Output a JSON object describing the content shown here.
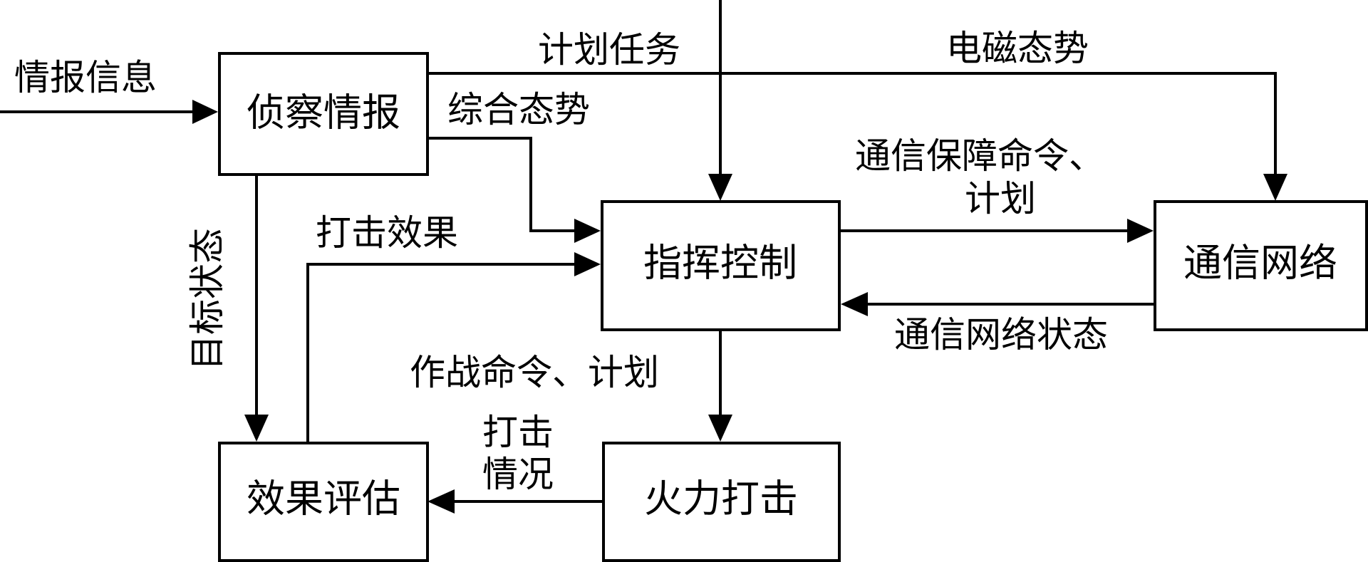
{
  "nodes": {
    "recon": "侦察情报",
    "command": "指挥控制",
    "network": "通信网络",
    "assessment": "效果评估",
    "fire": "火力打击"
  },
  "edges": {
    "intel_info": "情报信息",
    "plan_task": "计划任务",
    "em_situation": "电磁态势",
    "integrated_situation": "综合态势",
    "comm_order_line1": "通信保障命令、",
    "comm_order_line2": "计划",
    "strike_effect": "打击效果",
    "target_state": "目标状态",
    "network_state": "通信网络状态",
    "combat_order": "作战命令、计划",
    "strike_line1": "打击",
    "strike_line2": "情况"
  }
}
